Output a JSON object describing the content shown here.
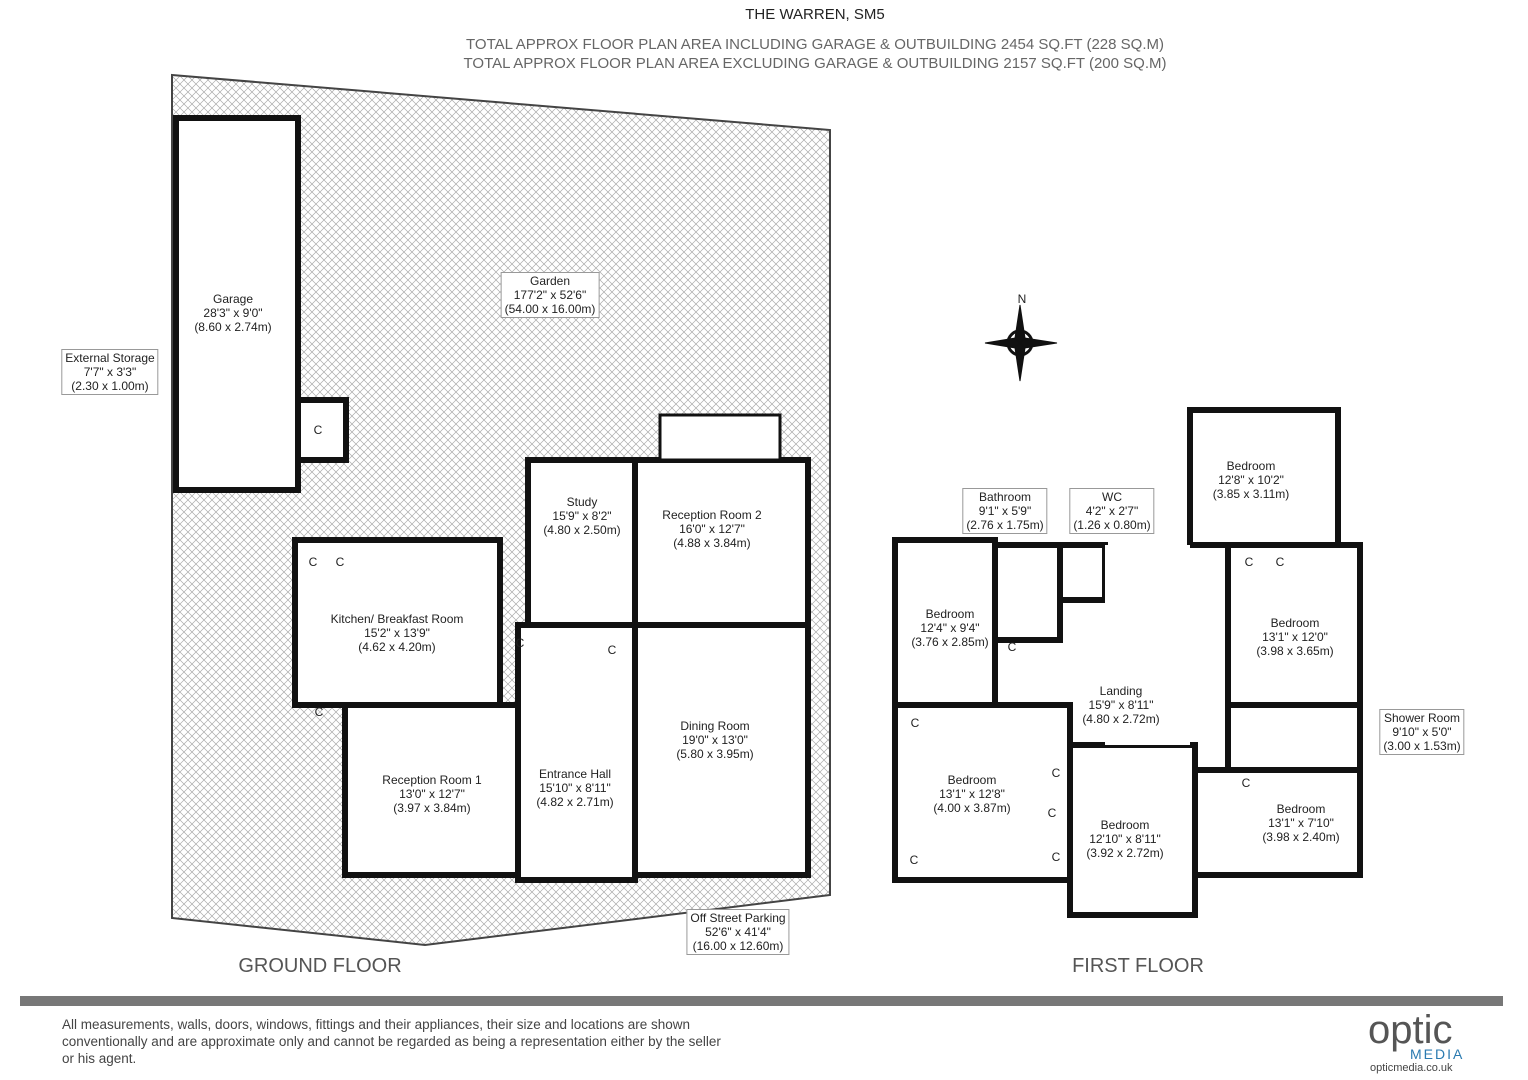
{
  "header": {
    "title": "THE WARREN, SM5",
    "line1": "TOTAL APPROX FLOOR PLAN AREA INCLUDING GARAGE & OUTBUILDING 2454 SQ.FT (228 SQ.M)",
    "line2": "TOTAL APPROX FLOOR PLAN AREA EXCLUDING GARAGE & OUTBUILDING 2157 SQ.FT (200 SQ.M)"
  },
  "ground": {
    "label": "GROUND FLOOR",
    "rooms": [
      {
        "name": "Garden",
        "imp": "177'2\" x 52'6\"",
        "met": "(54.00 x 16.00m)"
      },
      {
        "name": "Garage",
        "imp": "28'3\" x 9'0\"",
        "met": "(8.60 x 2.74m)"
      },
      {
        "name": "External Storage",
        "imp": "7'7\" x 3'3\"",
        "met": "(2.30 x 1.00m)"
      },
      {
        "name": "Study",
        "imp": "15'9\" x 8'2\"",
        "met": "(4.80 x 2.50m)"
      },
      {
        "name": "Reception Room 2",
        "imp": "16'0\" x 12'7\"",
        "met": "(4.88 x 3.84m)"
      },
      {
        "name": "Kitchen/ Breakfast Room",
        "imp": "15'2\" x 13'9\"",
        "met": "(4.62 x 4.20m)"
      },
      {
        "name": "Dining Room",
        "imp": "19'0\" x 13'0\"",
        "met": "(5.80 x 3.95m)"
      },
      {
        "name": "Reception Room 1",
        "imp": "13'0\" x 12'7\"",
        "met": "(3.97 x 3.84m)"
      },
      {
        "name": "Entrance Hall",
        "imp": "15'10\" x 8'11\"",
        "met": "(4.82 x 2.71m)"
      },
      {
        "name": "Off Street Parking",
        "imp": "52'6\" x 41'4\"",
        "met": "(16.00 x 12.60m)"
      }
    ]
  },
  "first": {
    "label": "FIRST FLOOR",
    "rooms": [
      {
        "name": "Bathroom",
        "imp": "9'1\" x 5'9\"",
        "met": "(2.76 x 1.75m)"
      },
      {
        "name": "WC",
        "imp": "4'2\" x 2'7\"",
        "met": "(1.26 x 0.80m)"
      },
      {
        "name": "Bedroom",
        "imp": "12'8\" x 10'2\"",
        "met": "(3.85 x 3.11m)"
      },
      {
        "name": "Bedroom",
        "imp": "12'4\" x 9'4\"",
        "met": "(3.76 x 2.85m)"
      },
      {
        "name": "Bedroom",
        "imp": "13'1\" x 12'0\"",
        "met": "(3.98 x 3.65m)"
      },
      {
        "name": "Landing",
        "imp": "15'9\" x 8'11\"",
        "met": "(4.80 x 2.72m)"
      },
      {
        "name": "Shower Room",
        "imp": "9'10\" x 5'0\"",
        "met": "(3.00 x 1.53m)"
      },
      {
        "name": "Bedroom",
        "imp": "13'1\" x 12'8\"",
        "met": "(4.00 x 3.87m)"
      },
      {
        "name": "Bedroom",
        "imp": "12'10\" x 8'11\"",
        "met": "(3.92 x 2.72m)"
      },
      {
        "name": "Bedroom",
        "imp": "13'1\" x 7'10\"",
        "met": "(3.98 x 2.40m)"
      }
    ]
  },
  "cupboard": "C",
  "compass": "N",
  "footer": {
    "disclaimer": "All measurements, walls, doors, windows, fittings and their appliances, their size and locations are shown conventionally and are approximate only and cannot be regarded as being a representation either by the seller or his agent.",
    "logo_main": "optic",
    "logo_sub": "MEDIA",
    "url": "opticmedia.co.uk"
  }
}
